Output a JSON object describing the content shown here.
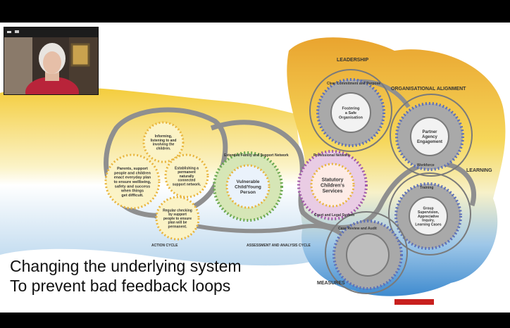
{
  "caption": {
    "line1": "Changing the underlying  system",
    "line2": "To prevent bad feedback loops"
  },
  "video": {
    "icons": [
      "minimize-icon",
      "grid-view-icon"
    ]
  },
  "diagram": {
    "sections": {
      "leadership": "LEADERSHIP",
      "organisational_alignment": "ORGANISATIONAL ALIGNMENT",
      "learning": "LEARNING",
      "measures": "MEASURES",
      "action_cycle": "ACTION CYCLE",
      "assessment_cycle": "ASSESSMENT AND ANALYSIS CYCLE"
    },
    "nodes": {
      "informing": [
        "Informing,",
        "listening to and",
        "involving the",
        "children."
      ],
      "parents": [
        "Parents, support",
        "people and children",
        "enact everyday plan",
        "to ensure wellbeing,",
        "safety and success",
        "when things",
        "get difficult."
      ],
      "permanent": [
        "Establishing a",
        "permanent",
        "naturally",
        "connected",
        "support network."
      ],
      "checking": [
        "Regular checking",
        "by support",
        "people to ensure",
        "plan will be",
        "permanent."
      ],
      "vulnerable": [
        "Vulnerable",
        "Child/Young",
        "Person"
      ],
      "statutory": [
        "Statutory",
        "Children's",
        "Services"
      ],
      "safe_org": [
        "Fostering",
        "a Safe",
        "Organisation"
      ],
      "partner": [
        "Partner",
        "Agency",
        "Engagement"
      ],
      "group": [
        "Group",
        "Supervision,",
        "Appreciative",
        "Inquiry,",
        "Learning Cases"
      ]
    },
    "ring_labels": {
      "family": "Extended Family and Support Network",
      "professional": "Professional Network",
      "court": "Court and Legal System",
      "commitment": "Clear Commitment and Purpose",
      "workforce": "Workforce",
      "training": "Training",
      "case_review": "Case Review and Audit"
    }
  }
}
